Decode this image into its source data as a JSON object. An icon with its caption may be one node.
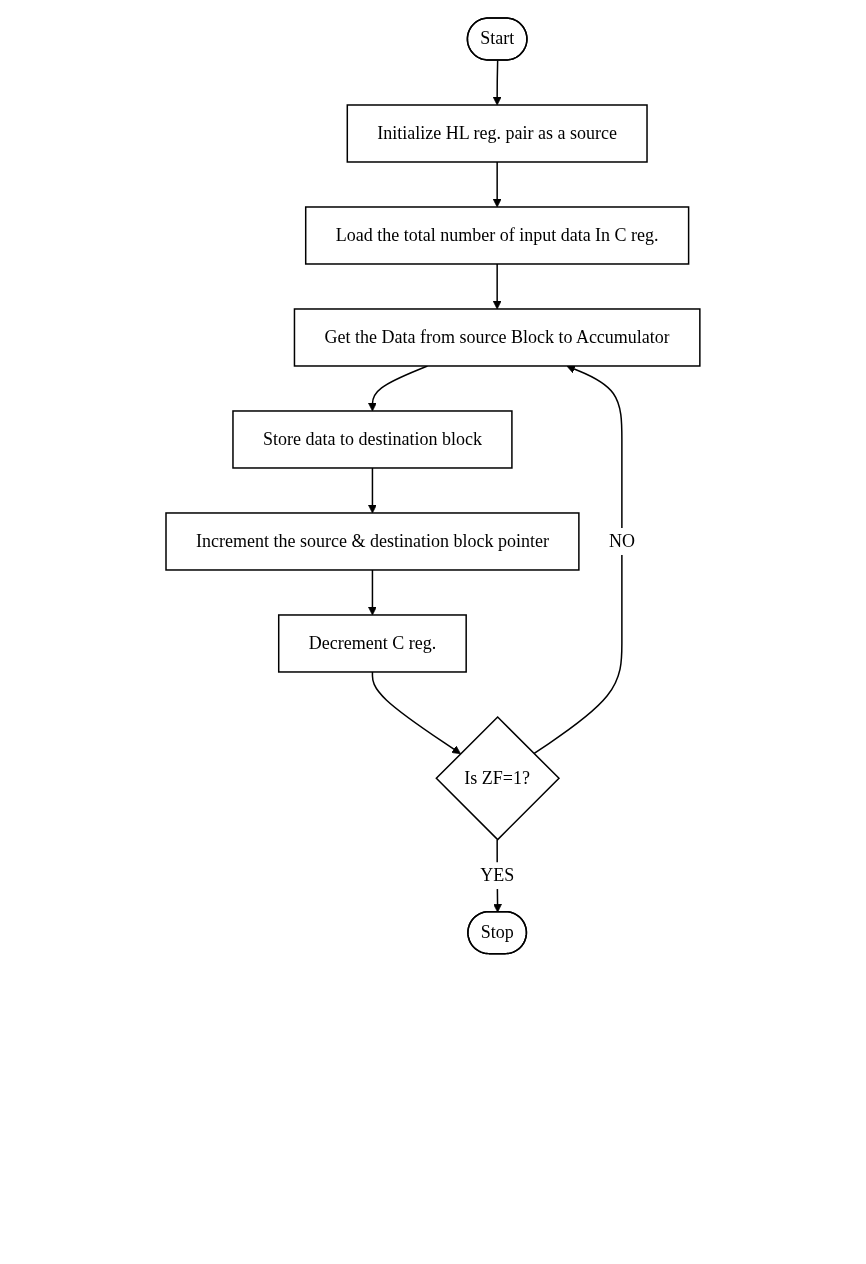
{
  "diagram": {
    "nodes": [
      {
        "text": [
          "Start"
        ]
      },
      {
        "text": [
          "Initialize HL reg. pair as a source"
        ]
      },
      {
        "text": [
          "Load the total number of input data In C reg."
        ]
      },
      {
        "text": [
          "Get the Data from source Block to Accumulator"
        ]
      },
      {
        "text": [
          "Store data to destination block"
        ]
      },
      {
        "text": [
          "Increment the source & destination block pointer"
        ]
      },
      {
        "text": [
          "Decrement C reg."
        ]
      },
      {
        "text": [
          "Is ZF=1?"
        ]
      },
      {
        "text": [
          "Stop"
        ]
      }
    ],
    "edges": [
      {
        "from": 0,
        "to": 1,
        "arrow": "to"
      },
      {
        "from": 1,
        "to": 2,
        "arrow": "to"
      },
      {
        "from": 2,
        "to": 3,
        "arrow": "to"
      },
      {
        "from": 3,
        "to": 4,
        "arrow": "to"
      },
      {
        "from": 4,
        "to": 5,
        "arrow": "to"
      },
      {
        "from": 5,
        "to": 6,
        "arrow": "to"
      },
      {
        "from": 6,
        "to": 7,
        "arrow": "to"
      },
      {
        "from": 7,
        "to": 3,
        "label": "NO",
        "arrow": "to"
      },
      {
        "from": 7,
        "to": 8,
        "label": "YES",
        "arrow": "to"
      }
    ]
  }
}
